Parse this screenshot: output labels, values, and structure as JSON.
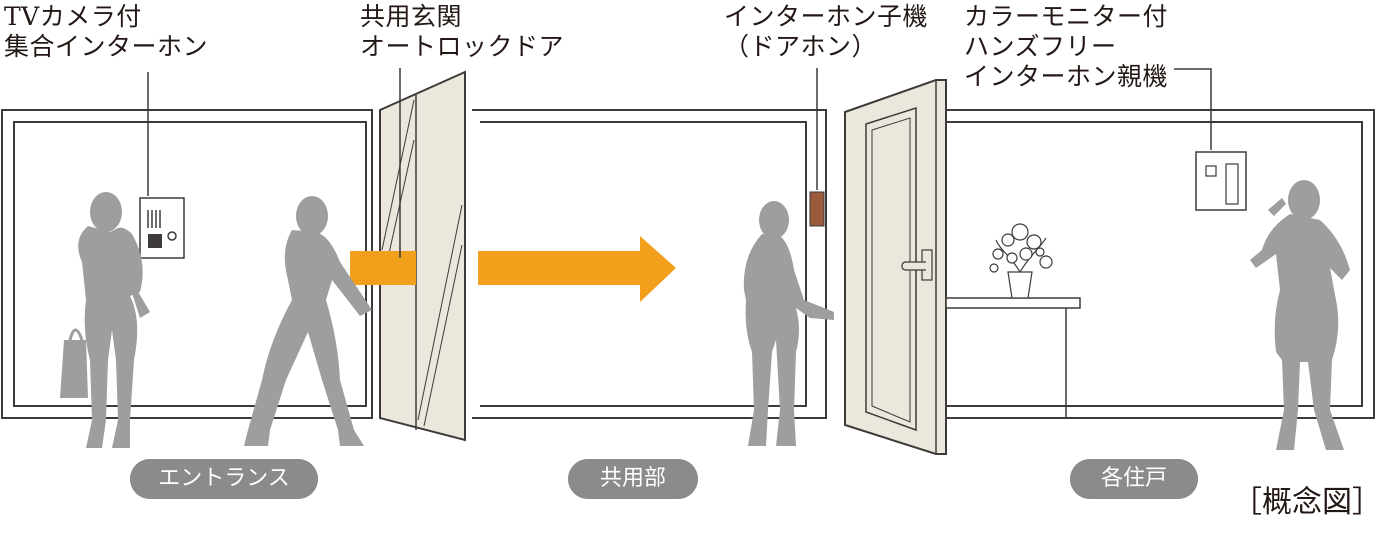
{
  "labels": {
    "tv_camera_panel": [
      "TVカメラ付",
      "集合インターホン"
    ],
    "auto_lock_door": [
      "共用玄関",
      "オートロックドア"
    ],
    "door_intercom": [
      "インターホン子機",
      "（ドアホン）"
    ],
    "monitor_unit": [
      "カラーモニター付",
      "ハンズフリー",
      "インターホン親機"
    ]
  },
  "zones": {
    "entrance": "エントランス",
    "common": "共用部",
    "dwelling": "各住戸"
  },
  "caption": "［概念図］",
  "colors": {
    "arrow": "#f29f1c",
    "silhouette": "#9c9e9f",
    "wall_line": "#3e3a39",
    "door_fill": "#ebe7dc",
    "pill": "#8a8b8c",
    "door_intercom": "#9b5a3c"
  }
}
